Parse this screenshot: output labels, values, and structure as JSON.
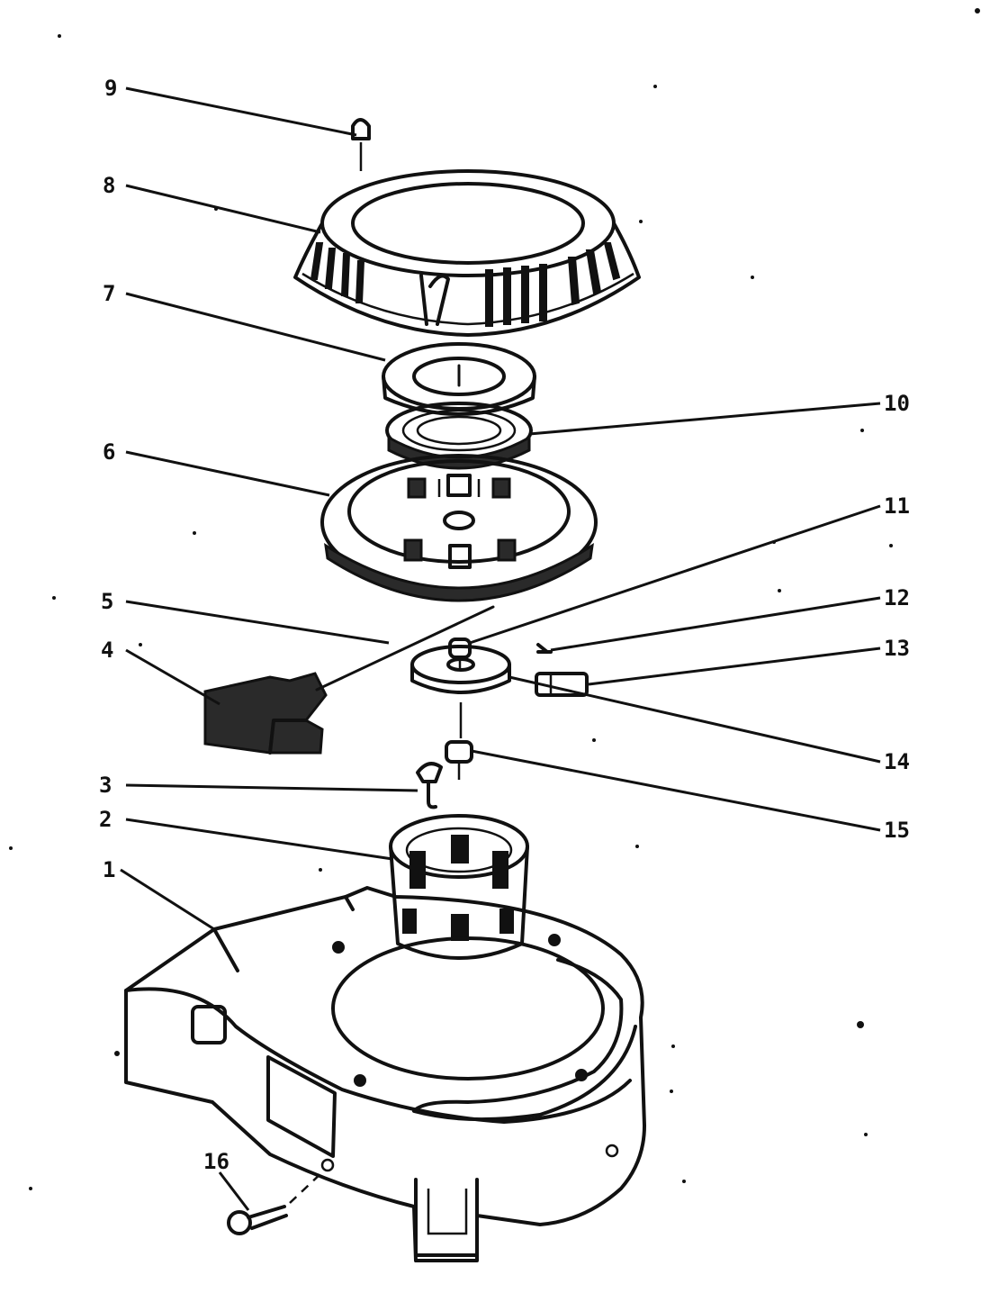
{
  "diagram": {
    "callouts": [
      {
        "id": "c1",
        "text": "1"
      },
      {
        "id": "c2",
        "text": "2"
      },
      {
        "id": "c3",
        "text": "3"
      },
      {
        "id": "c4",
        "text": "4"
      },
      {
        "id": "c5",
        "text": "5"
      },
      {
        "id": "c6",
        "text": "6"
      },
      {
        "id": "c7",
        "text": "7"
      },
      {
        "id": "c8",
        "text": "8"
      },
      {
        "id": "c9",
        "text": "9"
      },
      {
        "id": "c10",
        "text": "10"
      },
      {
        "id": "c11",
        "text": "11"
      },
      {
        "id": "c12",
        "text": "12"
      },
      {
        "id": "c13",
        "text": "13"
      },
      {
        "id": "c14",
        "text": "14"
      },
      {
        "id": "c15",
        "text": "15"
      },
      {
        "id": "c16",
        "text": "16"
      }
    ],
    "ink_color": "#111111",
    "paper_color": "#ffffff"
  }
}
